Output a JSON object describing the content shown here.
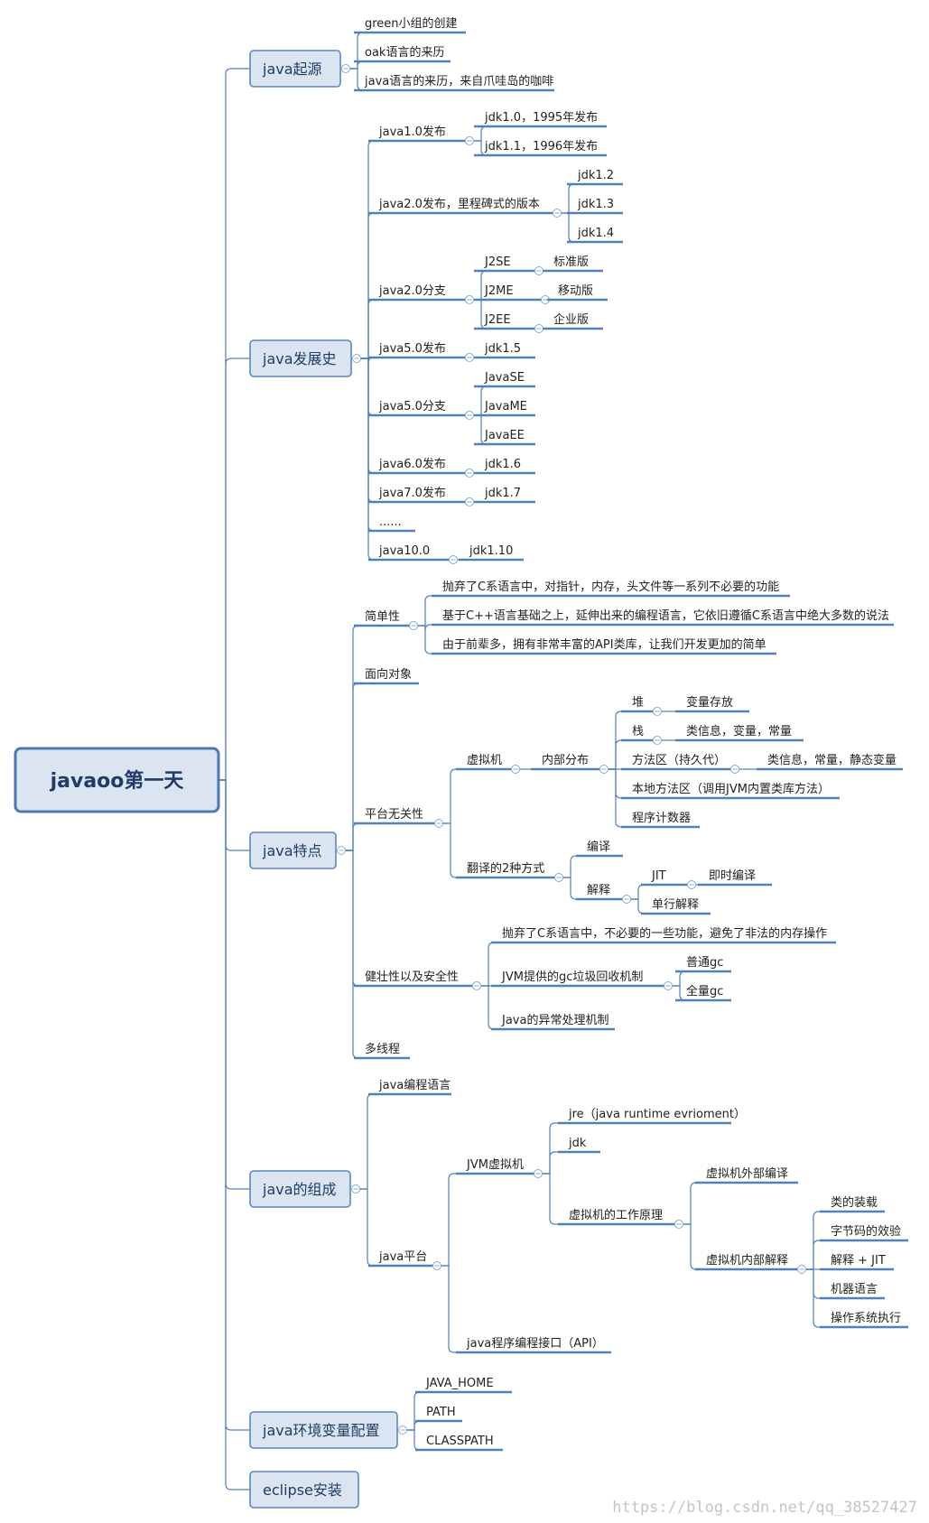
{
  "root": {
    "label": "javaoo第一天"
  },
  "branches": [
    {
      "label": "java起源",
      "children": [
        {
          "label": "green小组的创建"
        },
        {
          "label": "oak语言的来历"
        },
        {
          "label": "java语言的来历，来自爪哇岛的咖啡"
        }
      ]
    },
    {
      "label": "java发展史",
      "children": [
        {
          "label": "java1.0发布",
          "children": [
            {
              "label": "jdk1.0，1995年发布"
            },
            {
              "label": "jdk1.1，1996年发布"
            }
          ]
        },
        {
          "label": "java2.0发布，里程碑式的版本",
          "children": [
            {
              "label": "jdk1.2"
            },
            {
              "label": "jdk1.3"
            },
            {
              "label": "jdk1.4"
            }
          ]
        },
        {
          "label": "java2.0分支",
          "children": [
            {
              "label": "J2SE",
              "children": [
                {
                  "label": "标准版"
                }
              ]
            },
            {
              "label": "J2ME",
              "children": [
                {
                  "label": "移动版"
                }
              ]
            },
            {
              "label": "J2EE",
              "children": [
                {
                  "label": "企业版"
                }
              ]
            }
          ]
        },
        {
          "label": "java5.0发布",
          "children": [
            {
              "label": "jdk1.5"
            }
          ]
        },
        {
          "label": "java5.0分支",
          "children": [
            {
              "label": "JavaSE"
            },
            {
              "label": "JavaME"
            },
            {
              "label": "JavaEE"
            }
          ]
        },
        {
          "label": "java6.0发布",
          "children": [
            {
              "label": "jdk1.6"
            }
          ]
        },
        {
          "label": "java7.0发布",
          "children": [
            {
              "label": "jdk1.7"
            }
          ]
        },
        {
          "label": "......"
        },
        {
          "label": "java10.0",
          "children": [
            {
              "label": "jdk1.10"
            }
          ]
        }
      ]
    },
    {
      "label": "java特点",
      "children": [
        {
          "label": "简单性",
          "children": [
            {
              "label": "抛弃了C系语言中，对指针，内存，头文件等一系列不必要的功能"
            },
            {
              "label": "基于C++语言基础之上，延伸出来的编程语言，它依旧遵循C系语言中绝大多数的说法"
            },
            {
              "label": "由于前辈多，拥有非常丰富的API类库，让我们开发更加的简单"
            }
          ]
        },
        {
          "label": "面向对象"
        },
        {
          "label": "平台无关性",
          "children": [
            {
              "label": "虚拟机",
              "children": [
                {
                  "label": "内部分布",
                  "children": [
                    {
                      "label": "堆",
                      "children": [
                        {
                          "label": "变量存放"
                        }
                      ]
                    },
                    {
                      "label": "栈",
                      "children": [
                        {
                          "label": "类信息，变量，常量"
                        }
                      ]
                    },
                    {
                      "label": "方法区（持久代）",
                      "children": [
                        {
                          "label": "类信息，常量，静态变量"
                        }
                      ]
                    },
                    {
                      "label": "本地方法区（调用JVM内置类库方法）"
                    },
                    {
                      "label": "程序计数器"
                    }
                  ]
                }
              ]
            },
            {
              "label": "翻译的2种方式",
              "children": [
                {
                  "label": "编译"
                },
                {
                  "label": "解释",
                  "children": [
                    {
                      "label": "JIT",
                      "children": [
                        {
                          "label": "即时编译"
                        }
                      ]
                    },
                    {
                      "label": "单行解释"
                    }
                  ]
                }
              ]
            }
          ]
        },
        {
          "label": "健壮性以及安全性",
          "children": [
            {
              "label": "抛弃了C系语言中，不必要的一些功能，避免了非法的内存操作"
            },
            {
              "label": "JVM提供的gc垃圾回收机制",
              "children": [
                {
                  "label": "普通gc"
                },
                {
                  "label": "全量gc"
                }
              ]
            },
            {
              "label": "Java的异常处理机制"
            }
          ]
        },
        {
          "label": "多线程"
        }
      ]
    },
    {
      "label": "java的组成",
      "children": [
        {
          "label": "java编程语言"
        },
        {
          "label": "java平台",
          "children": [
            {
              "label": "JVM虚拟机",
              "children": [
                {
                  "label": "jre（java runtime evrioment）"
                },
                {
                  "label": "jdk"
                },
                {
                  "label": "虚拟机的工作原理",
                  "children": [
                    {
                      "label": "虚拟机外部编译"
                    },
                    {
                      "label": "虚拟机内部解释",
                      "children": [
                        {
                          "label": "类的装载"
                        },
                        {
                          "label": "字节码的效验"
                        },
                        {
                          "label": "解释 + JIT"
                        },
                        {
                          "label": "机器语言"
                        },
                        {
                          "label": "操作系统执行"
                        }
                      ]
                    }
                  ]
                }
              ]
            },
            {
              "label": "java程序编程接口（API）"
            }
          ]
        }
      ]
    },
    {
      "label": "java环境变量配置",
      "children": [
        {
          "label": "JAVA_HOME"
        },
        {
          "label": "PATH"
        },
        {
          "label": "CLASSPATH"
        }
      ]
    },
    {
      "label": "eclipse安装"
    }
  ],
  "watermark": "https://blog.csdn.net/qq_38527427"
}
